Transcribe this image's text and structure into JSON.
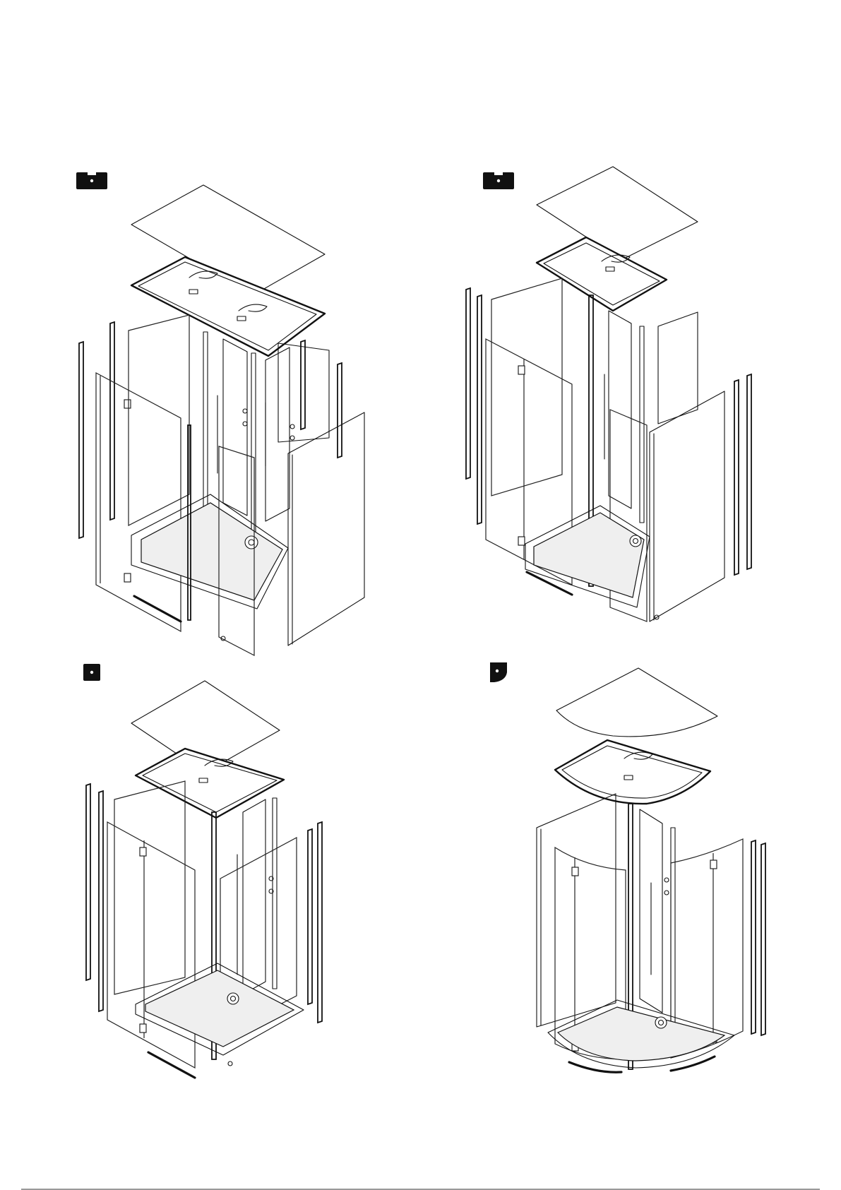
{
  "page": {
    "background": "#ffffff",
    "line_color": "#111111"
  },
  "figures": [
    {
      "id": "rectangular-cabin-large",
      "tray_shape": "rectangle",
      "icon": "rectangle-tray-icon"
    },
    {
      "id": "rectangular-cabin-medium",
      "tray_shape": "rectangle",
      "icon": "rectangle-tray-icon"
    },
    {
      "id": "square-cabin",
      "tray_shape": "square",
      "icon": "square-tray-icon"
    },
    {
      "id": "quadrant-cabin",
      "tray_shape": "quarter-round",
      "icon": "quadrant-tray-icon"
    }
  ]
}
